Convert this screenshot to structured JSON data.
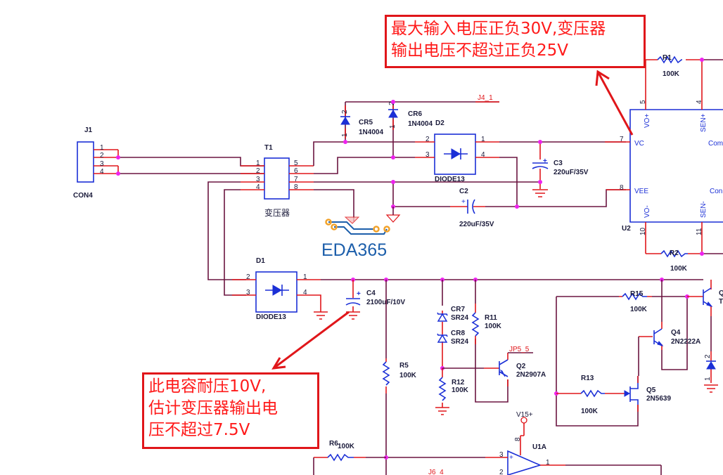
{
  "annotations": {
    "top": {
      "line1": "最大输入电压正负30V,变压器",
      "line2": "输出电压不超过正负25V"
    },
    "bottom": {
      "line1": "此电容耐压10V,",
      "line2": "估计变压器输出电",
      "line3": "压不超过7.5V"
    }
  },
  "logo": {
    "text": "EDA365"
  },
  "components": {
    "J1": {
      "ref": "J1",
      "value": "CON4",
      "pins": [
        "1",
        "2",
        "3",
        "4"
      ]
    },
    "T1": {
      "ref": "T1",
      "value": "变压器",
      "pins_left": [
        "1",
        "2",
        "3",
        "4"
      ],
      "pins_right": [
        "5",
        "6",
        "7",
        "8"
      ]
    },
    "CR5": {
      "ref": "CR5",
      "value": "1N4004",
      "pin_top": "2",
      "pin_bottom": "1"
    },
    "CR6": {
      "ref": "CR6",
      "value": "1N4004",
      "pin_top": "2",
      "pin_bottom": "1"
    },
    "D2": {
      "ref": "D2",
      "value": "DIODE13",
      "pins": [
        "2",
        "3",
        "1",
        "4"
      ]
    },
    "D1": {
      "ref": "D1",
      "value": "DIODE13",
      "pins": [
        "2",
        "3",
        "1",
        "4"
      ]
    },
    "C2": {
      "ref": "C2",
      "value": "220uF/35V"
    },
    "C3": {
      "ref": "C3",
      "value": "220uF/35V"
    },
    "C4": {
      "ref": "C4",
      "value": "2100uF/10V"
    },
    "U2": {
      "ref": "U2",
      "pins": {
        "vo_plus": "VO+",
        "sen_plus": "SEN+",
        "vc": "VC",
        "vee": "VEE",
        "com1": "Com",
        "com2": "Con",
        "vo_minus": "VO-",
        "sen_minus": "SEN-"
      },
      "pin_numbers": {
        "vo_plus": "5",
        "sen_plus": "4",
        "vc": "7",
        "vee": "8",
        "vo_minus": "10",
        "sen_minus": "11"
      }
    },
    "R1": {
      "ref": "R1",
      "value": "100K"
    },
    "R2": {
      "ref": "R2",
      "value": "100K"
    },
    "R5": {
      "ref": "R5",
      "value": "100K"
    },
    "R6": {
      "ref": "R6",
      "value": "100K"
    },
    "R11": {
      "ref": "R11",
      "value": "100K"
    },
    "R12": {
      "ref": "R12",
      "value": "100K"
    },
    "R13": {
      "ref": "R13",
      "value": "100K"
    },
    "R15": {
      "ref": "R15",
      "value": "100K"
    },
    "CR7": {
      "ref": "CR7",
      "value": "SR24"
    },
    "CR8": {
      "ref": "CR8",
      "value": "SR24"
    },
    "Q2": {
      "ref": "Q2",
      "value": "2N2907A"
    },
    "Q4": {
      "ref": "Q4",
      "value": "2N2222A"
    },
    "Q5": {
      "ref": "Q5",
      "value": "2N5639"
    },
    "Q3": {
      "ref": "Q",
      "value": "T"
    },
    "U1A": {
      "ref": "U1A",
      "pin_plus": "3",
      "pin_minus": "2",
      "pin_out": "1",
      "pin_pwr": "8",
      "sign_plus": "+",
      "sign_minus": "-"
    }
  },
  "nets": {
    "j4": "J4_1",
    "jp5": "JP5_5",
    "j6": "J6_4",
    "v15": "V15+"
  },
  "extra_pins": {
    "d_right_top": "2",
    "d_right_bot": "1"
  }
}
